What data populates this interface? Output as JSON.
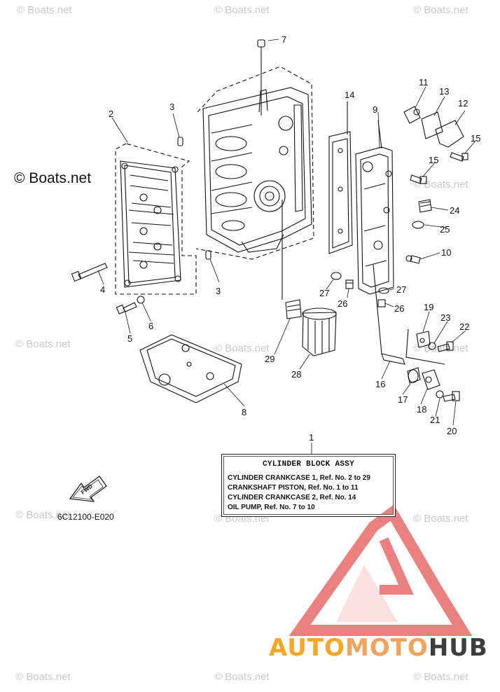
{
  "watermark_text": "© Boats.net",
  "main_watermark": "© Boats.net",
  "drawing_code": "6C12100-E020",
  "fwd_label": "FWD",
  "legend": {
    "title": "CYLINDER  BLOCK  ASSY",
    "lines": [
      "CYLINDER CRANKCASE 1,  Ref. No. 2 to 29",
      "CRANKSHAFT PISTON,  Ref. No. 1 to 11",
      "CYLINDER CRANKCASE 2, Ref. No. 14",
      "OIL PUMP,  Ref. No. 7 to 10"
    ]
  },
  "brand": {
    "part1": "AUTO",
    "part2": "MOTO",
    "part3": "HUB",
    "accent_color": "#f6a623",
    "mark_color": "#e86a6a"
  },
  "callouts": [
    "1",
    "2",
    "3",
    "3",
    "4",
    "5",
    "6",
    "7",
    "8",
    "9",
    "10",
    "11",
    "12",
    "13",
    "14",
    "15",
    "15",
    "16",
    "17",
    "18",
    "19",
    "20",
    "21",
    "22",
    "23",
    "24",
    "25",
    "26",
    "26",
    "27",
    "27",
    "28",
    "29"
  ]
}
